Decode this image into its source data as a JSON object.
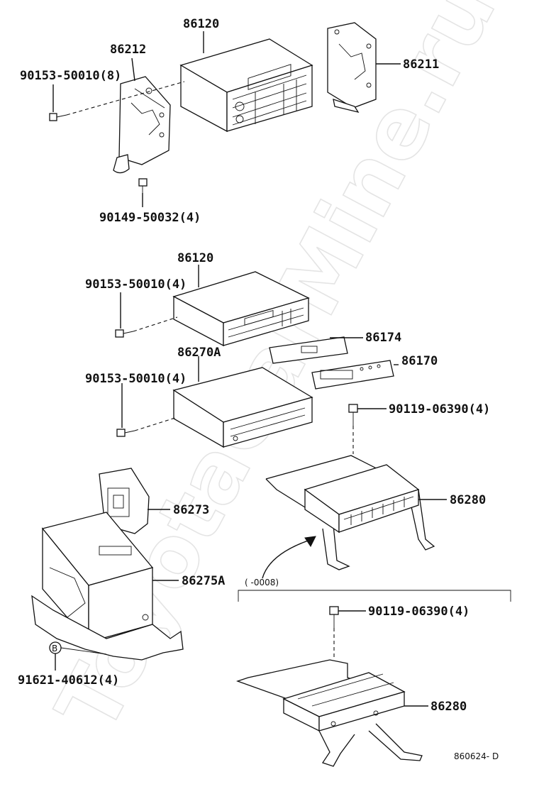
{
  "watermark": "ToyotaCarMine.ru",
  "labels": {
    "radio_top": "86120",
    "bracket_left": "86212",
    "screw_top_left": "90153-50010(8)",
    "bracket_right": "86211",
    "screw_bottom_left": "90149-50032(4)",
    "radio_mid": "86120",
    "screw_mid": "90153-50010(4)",
    "panel_86174": "86174",
    "changer": "86270A",
    "panel_86170": "86170",
    "screw_changer": "90153-50010(4)",
    "screw_amp_top": "90119-06390(4)",
    "bracket_86273": "86273",
    "amp_top": "86280",
    "changer_box": "86275A",
    "date_range": "(      -0008)",
    "screw_amp_bottom": "90119-06390(4)",
    "clip_b": "B",
    "screw_clip": "91621-40612(4)",
    "amp_bottom": "86280",
    "diagram_code": "860624- D"
  }
}
